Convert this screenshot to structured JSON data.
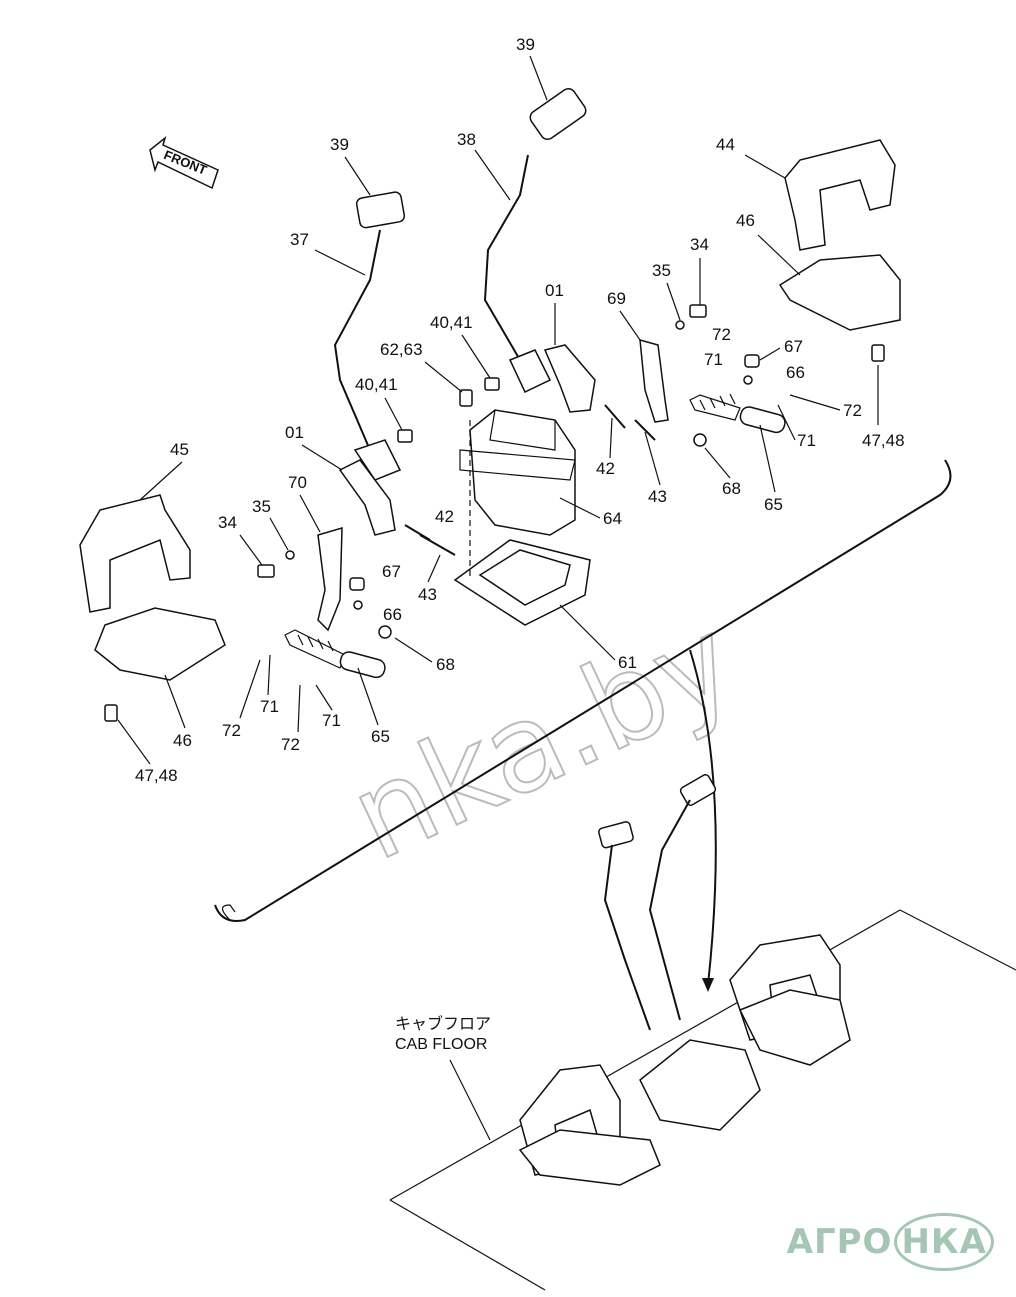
{
  "diagram": {
    "front_label": "FRONT",
    "cab_floor_jp": "キャブフロア",
    "cab_floor_en": "CAB FLOOR",
    "watermark": "nka.by",
    "logo_left": "АГРО",
    "logo_right": "НКА",
    "callouts": [
      {
        "id": "c39a",
        "text": "39"
      },
      {
        "id": "c39b",
        "text": "39"
      },
      {
        "id": "c38",
        "text": "38"
      },
      {
        "id": "c37",
        "text": "37"
      },
      {
        "id": "c44",
        "text": "44"
      },
      {
        "id": "c46a",
        "text": "46"
      },
      {
        "id": "c34a",
        "text": "34"
      },
      {
        "id": "c35a",
        "text": "35"
      },
      {
        "id": "c01a",
        "text": "01"
      },
      {
        "id": "c69",
        "text": "69"
      },
      {
        "id": "c4041a",
        "text": "40,41"
      },
      {
        "id": "c6263",
        "text": "62,63"
      },
      {
        "id": "c72a",
        "text": "72"
      },
      {
        "id": "c67a",
        "text": "67"
      },
      {
        "id": "c71a",
        "text": "71"
      },
      {
        "id": "c66a",
        "text": "66"
      },
      {
        "id": "c72b",
        "text": "72"
      },
      {
        "id": "c71b",
        "text": "71"
      },
      {
        "id": "c4748a",
        "text": "47,48"
      },
      {
        "id": "c4041b",
        "text": "40,41"
      },
      {
        "id": "c42a",
        "text": "42"
      },
      {
        "id": "c43a",
        "text": "43"
      },
      {
        "id": "c68a",
        "text": "68"
      },
      {
        "id": "c65a",
        "text": "65"
      },
      {
        "id": "c64",
        "text": "64"
      },
      {
        "id": "c45",
        "text": "45"
      },
      {
        "id": "c01b",
        "text": "01"
      },
      {
        "id": "c70",
        "text": "70"
      },
      {
        "id": "c34b",
        "text": "34"
      },
      {
        "id": "c35b",
        "text": "35"
      },
      {
        "id": "c42b",
        "text": "42"
      },
      {
        "id": "c43b",
        "text": "43"
      },
      {
        "id": "c67b",
        "text": "67"
      },
      {
        "id": "c66b",
        "text": "66"
      },
      {
        "id": "c68b",
        "text": "68"
      },
      {
        "id": "c61",
        "text": "61"
      },
      {
        "id": "c46b",
        "text": "46"
      },
      {
        "id": "c72c",
        "text": "72"
      },
      {
        "id": "c71c",
        "text": "71"
      },
      {
        "id": "c72d",
        "text": "72"
      },
      {
        "id": "c71d",
        "text": "71"
      },
      {
        "id": "c65b",
        "text": "65"
      },
      {
        "id": "c4748b",
        "text": "47,48"
      }
    ]
  }
}
